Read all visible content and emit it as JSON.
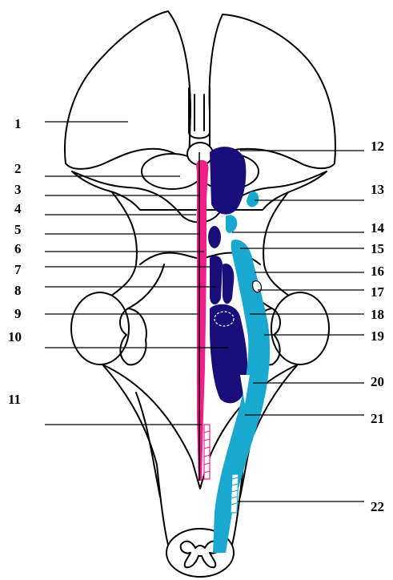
{
  "colors": {
    "motor": "#1a0f7a",
    "sensory": "#18a8d0",
    "visceral": "#f0208a",
    "outline": "#000000",
    "background": "#ffffff"
  },
  "labels_left": [
    "1",
    "2",
    "3",
    "4",
    "5",
    "6",
    "7",
    "8",
    "9",
    "10",
    "11"
  ],
  "labels_right": [
    "12",
    "13",
    "14",
    "15",
    "16",
    "17",
    "18",
    "19",
    "20",
    "21",
    "22"
  ]
}
